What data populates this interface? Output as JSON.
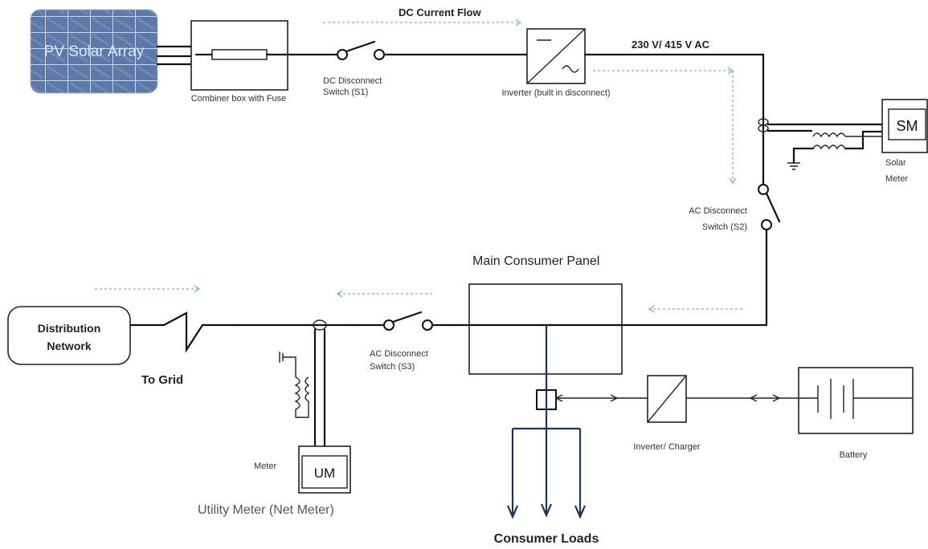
{
  "labels": {
    "pv_array": "PV Solar Array",
    "combiner": "Combiner box with Fuse",
    "dc_current_flow": "DC Current Flow",
    "dc_switch_line1": "DC Disconnect",
    "dc_switch_line2": "Switch (S1)",
    "inverter": "Inverter  (built in disconnect)",
    "ac_voltage": "230 V/ 415 V AC",
    "solar_meter_box": "SM",
    "solar_meter_line1": "Solar",
    "solar_meter_line2": "Meter",
    "ac_switch_s2_line1": "AC Disconnect",
    "ac_switch_s2_line2": "Switch (S2)",
    "main_panel": "Main Consumer Panel",
    "distribution_line1": "Distribution",
    "distribution_line2": "Network",
    "to_grid": "To Grid",
    "ac_switch_s3_line1": "AC Disconnect",
    "ac_switch_s3_line2": "Switch (S3)",
    "meter": "Meter",
    "utility_meter_box": "UM",
    "utility_meter_caption": "Utility Meter (Net Meter)",
    "inverter_charger": "Inverter/  Charger",
    "battery": "Battery",
    "consumer_loads": "Consumer Loads"
  },
  "colors": {
    "wire": "#111111",
    "flow_arrow": "#7fb7a8",
    "load_lines": "#1d3557",
    "utility_caption": "#444444",
    "panel_blue": "#4a6fa5"
  }
}
